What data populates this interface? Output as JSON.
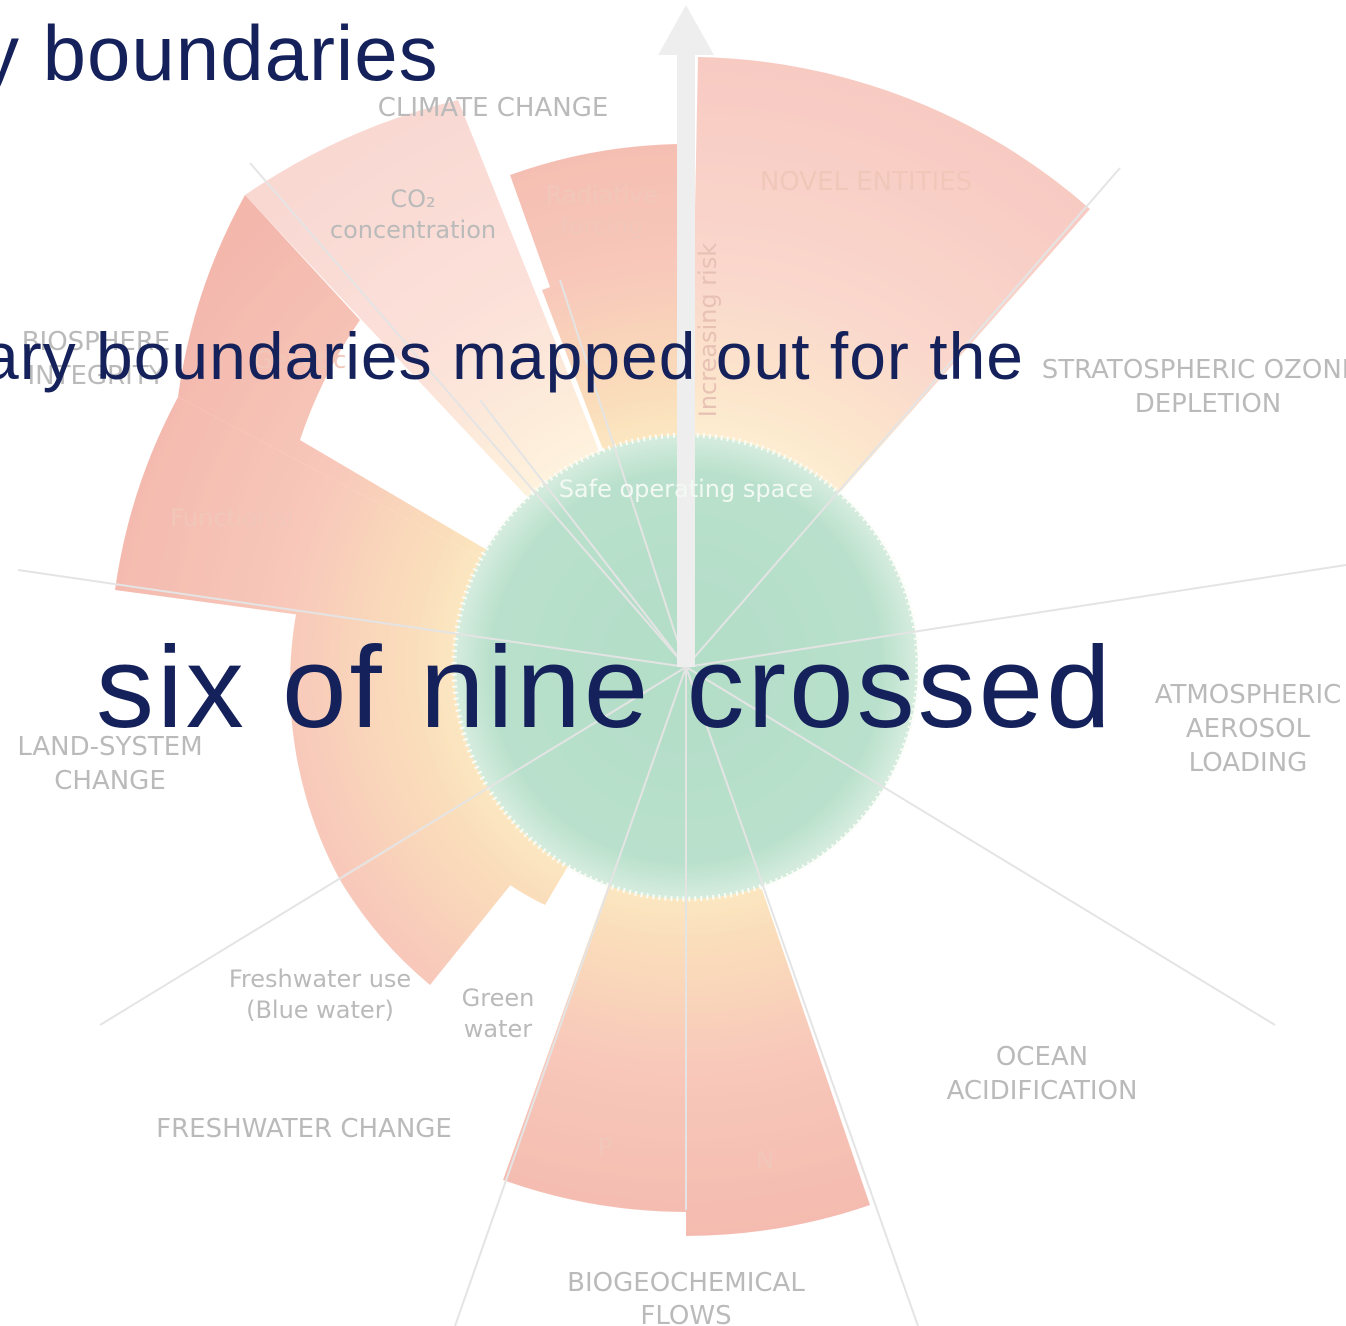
{
  "overlay": {
    "title": "y boundaries",
    "subtitle": "ary boundaries mapped out for the",
    "headline": "six of nine crossed"
  },
  "diagram": {
    "center_labels": {
      "safe_space": "Safe operating space",
      "increasing_risk": "Increasing risk"
    },
    "boundaries": {
      "climate_change": "CLIMATE CHANGE",
      "co2": "CO₂",
      "concentration": "concentration",
      "radiative": "Radiative",
      "forcing": "forcing",
      "novel_entities": "NOVEL ENTITIES",
      "biosphere": "BIOSPHERE",
      "integrity": "INTEGRITY",
      "genetic": "Genetic",
      "functional": "Functional",
      "stratospheric_ozone": "STRATOSPHERIC OZONE",
      "depletion": "DEPLETION",
      "atmospheric": "ATMOSPHERIC",
      "aerosol": "AEROSOL",
      "loading": "LOADING",
      "land_system": "LAND-SYSTEM",
      "change": "CHANGE",
      "freshwater_use": "Freshwater use",
      "blue_water": "(Blue water)",
      "green": "Green",
      "water": "water",
      "freshwater_change": "FRESHWATER CHANGE",
      "ocean": "OCEAN",
      "acidification": "ACIDIFICATION",
      "p": "P",
      "n": "N",
      "biogeochemical": "BIOGEOCHEMICAL",
      "flows": "FLOWS"
    }
  }
}
